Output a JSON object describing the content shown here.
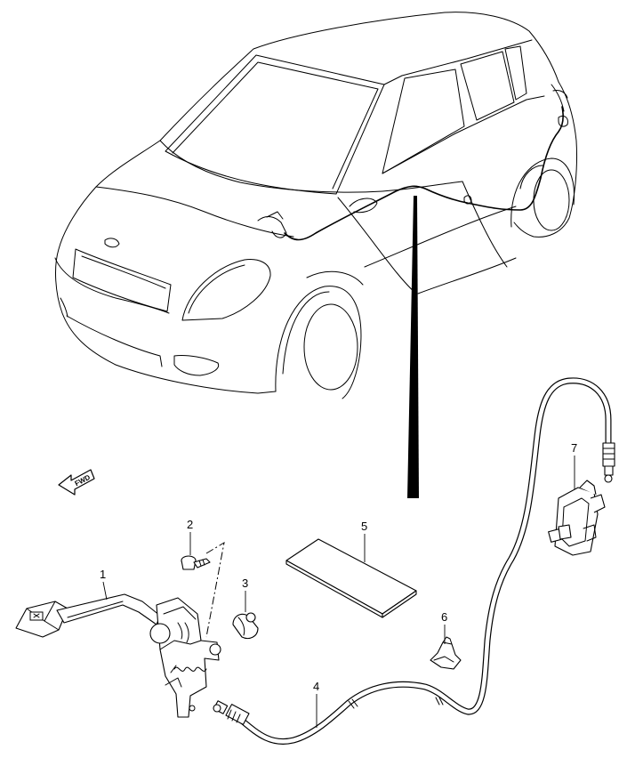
{
  "fwd_label": "FWD",
  "callouts": [
    {
      "id": "1",
      "label": "1"
    },
    {
      "id": "2",
      "label": "2"
    },
    {
      "id": "3",
      "label": "3"
    },
    {
      "id": "4",
      "label": "4"
    },
    {
      "id": "5",
      "label": "5"
    },
    {
      "id": "6",
      "label": "6"
    },
    {
      "id": "7",
      "label": "7"
    }
  ]
}
